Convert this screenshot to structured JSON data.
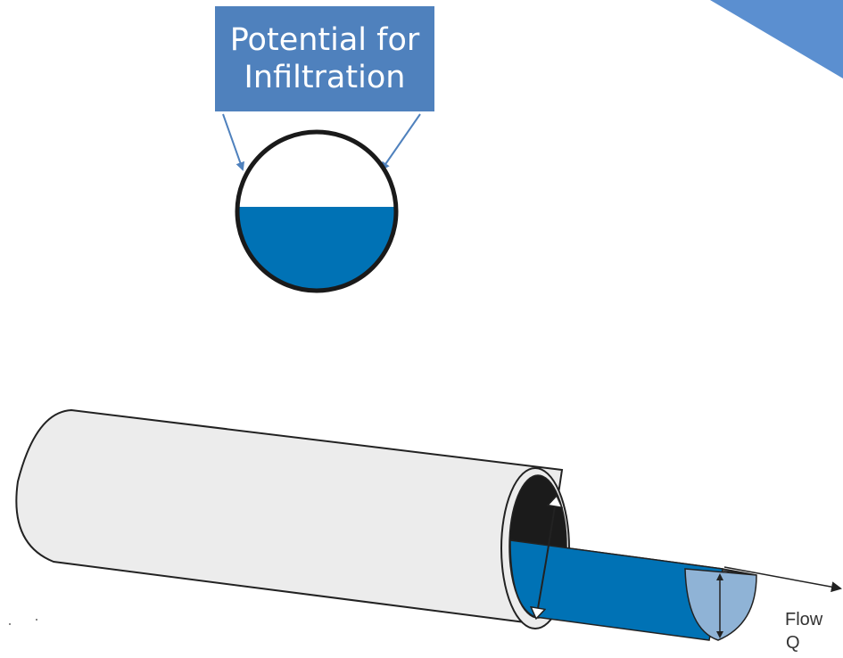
{
  "callout": {
    "line1": "Potential for",
    "line2": "Infiltration",
    "color": "#4f81bd"
  },
  "flow_label": {
    "line1": "Flow",
    "line2": "Q"
  },
  "colors": {
    "water_dark": "#0072b5",
    "water_light": "#c9daea",
    "pipe_body": "#ececec",
    "corner_triangle": "#5b8fd0"
  }
}
